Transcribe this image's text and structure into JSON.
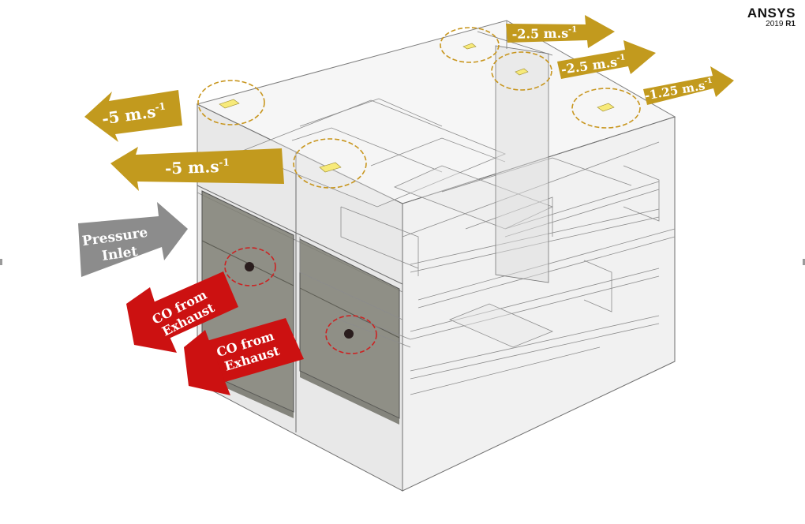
{
  "brand": {
    "name": "ANSYS",
    "version": "2019",
    "release": "R1"
  },
  "labels": {
    "outlet_left_top": "-5 m.s",
    "outlet_left_mid": "-5 m.s",
    "outlet_right_1": "-2.5 m.s",
    "outlet_right_2": "-2.5 m.s",
    "outlet_right_3": "-1.25 m.s",
    "unit_exponent": "-1",
    "pressure_line1": "Pressure",
    "pressure_line2": "Inlet",
    "co_line1": "CO from",
    "co_line2": "Exhaust"
  },
  "colors": {
    "velocity_arrow": "#C29A1E",
    "pressure_arrow": "#8C8C8C",
    "co_arrow": "#CC1111",
    "vent_fill": "#F7EA7A",
    "outlet_circle": "#C8961E",
    "exhaust_circle": "#CC2222",
    "wall_shade": "#DCDCDC",
    "dark_shade": "#8A8A7E"
  }
}
